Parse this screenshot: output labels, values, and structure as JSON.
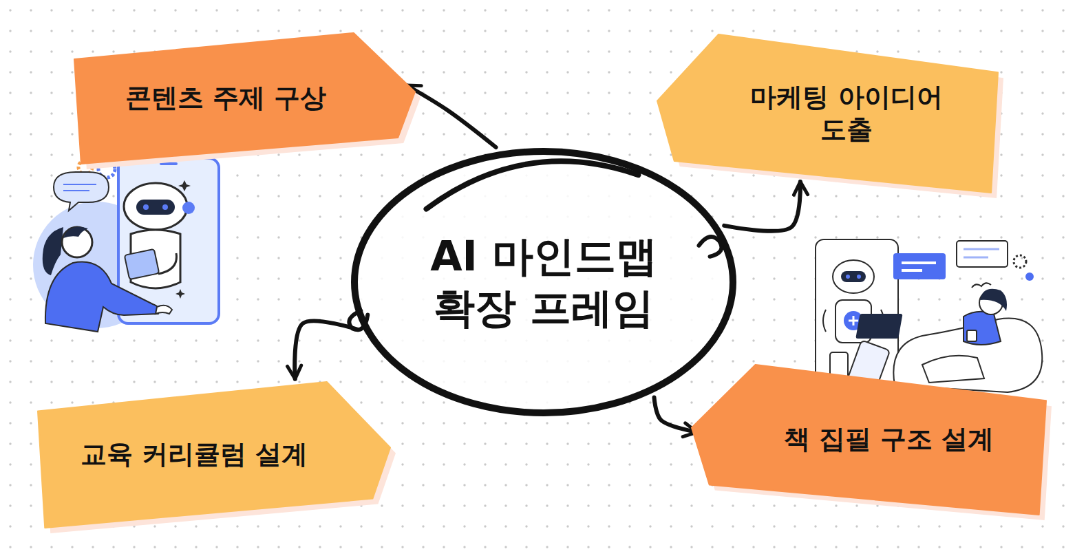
{
  "diagram": {
    "nodes": [
      {
        "text": [
          "AI 마인드맵 확장 프레임"
        ]
      },
      {
        "text": [
          "콘텐츠 주제 구상"
        ]
      },
      {
        "text": [
          "마케팅 아이디어 도출"
        ]
      },
      {
        "text": [
          "교육 커리큘럼 설계"
        ]
      },
      {
        "text": [
          "책 집필 구조 설계"
        ]
      }
    ],
    "edges": [
      {
        "from": 0,
        "to": 1,
        "arrow": "to"
      },
      {
        "from": 0,
        "to": 2,
        "arrow": "to"
      },
      {
        "from": 0,
        "to": 3,
        "arrow": "to"
      },
      {
        "from": 0,
        "to": 4,
        "arrow": "to"
      }
    ]
  }
}
